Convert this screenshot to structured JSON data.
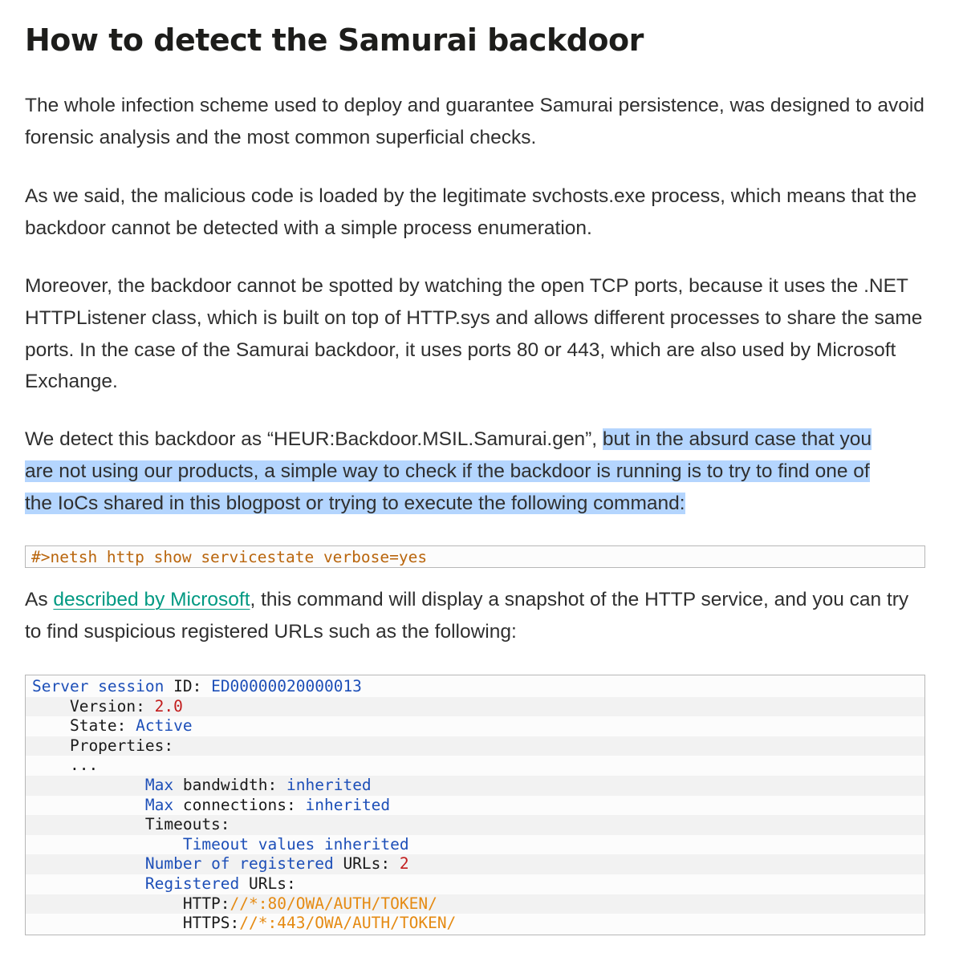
{
  "heading": "How to detect the Samurai backdoor",
  "paragraphs": {
    "p1": "The whole infection scheme used to deploy and guarantee Samurai persistence, was designed to avoid forensic analysis and the most common superficial checks.",
    "p2": "As we said, the malicious code is loaded by the legitimate svchosts.exe process, which means that the backdoor cannot be detected with a simple process enumeration.",
    "p3": "Moreover, the backdoor cannot be spotted by watching the open TCP ports, because it uses the .NET HTTPListener class, which is built on top of HTTP.sys and allows different processes to share the same ports. In the case of the Samurai backdoor, it uses ports 80 or 443, which are also used by Microsoft Exchange.",
    "p4_plain": "We detect this backdoor as “HEUR:Backdoor.MSIL.Samurai.gen”, ",
    "p4_highlight_1": "but in the absurd case that you",
    "p4_highlight_2": "are not using our products, a simple way to check if the backdoor is running is to try to find one of",
    "p4_highlight_3": "the IoCs shared in this blogpost or trying to execute the following command:",
    "p5_before": "As ",
    "p5_link": "described by Microsoft",
    "p5_after": ", this command will display a snapshot of the HTTP service, and you can try to find suspicious registered URLs such as the following:"
  },
  "command": "#>netsh http show servicestate verbose=yes",
  "listing": {
    "l1_kw": "Server session",
    "l1_txt": " ID: ",
    "l1_val": "ED00000020000013",
    "l2_txt": "    Version: ",
    "l2_val": "2.0",
    "l3_txt": "    State: ",
    "l3_val": "Active",
    "l4_txt": "    Properties:",
    "l5_txt": "    ...",
    "l6_ind": "            ",
    "l6_kw": "Max",
    "l6_txt": " bandwidth: ",
    "l6_val": "inherited",
    "l7_ind": "            ",
    "l7_kw": "Max",
    "l7_txt": " connections: ",
    "l7_val": "inherited",
    "l8_txt": "            Timeouts:",
    "l9_ind": "                ",
    "l9_kw": "Timeout values inherited",
    "l10_ind": "            ",
    "l10_kw": "Number of registered",
    "l10_txt": " URLs: ",
    "l10_val": "2",
    "l11_ind": "            ",
    "l11_kw": "Registered",
    "l11_txt": " URLs:",
    "l12_txt": "                HTTP:",
    "l12_val": "//*:80/OWA/AUTH/TOKEN/",
    "l13_txt": "                HTTPS:",
    "l13_val": "//*:443/OWA/AUTH/TOKEN/"
  }
}
